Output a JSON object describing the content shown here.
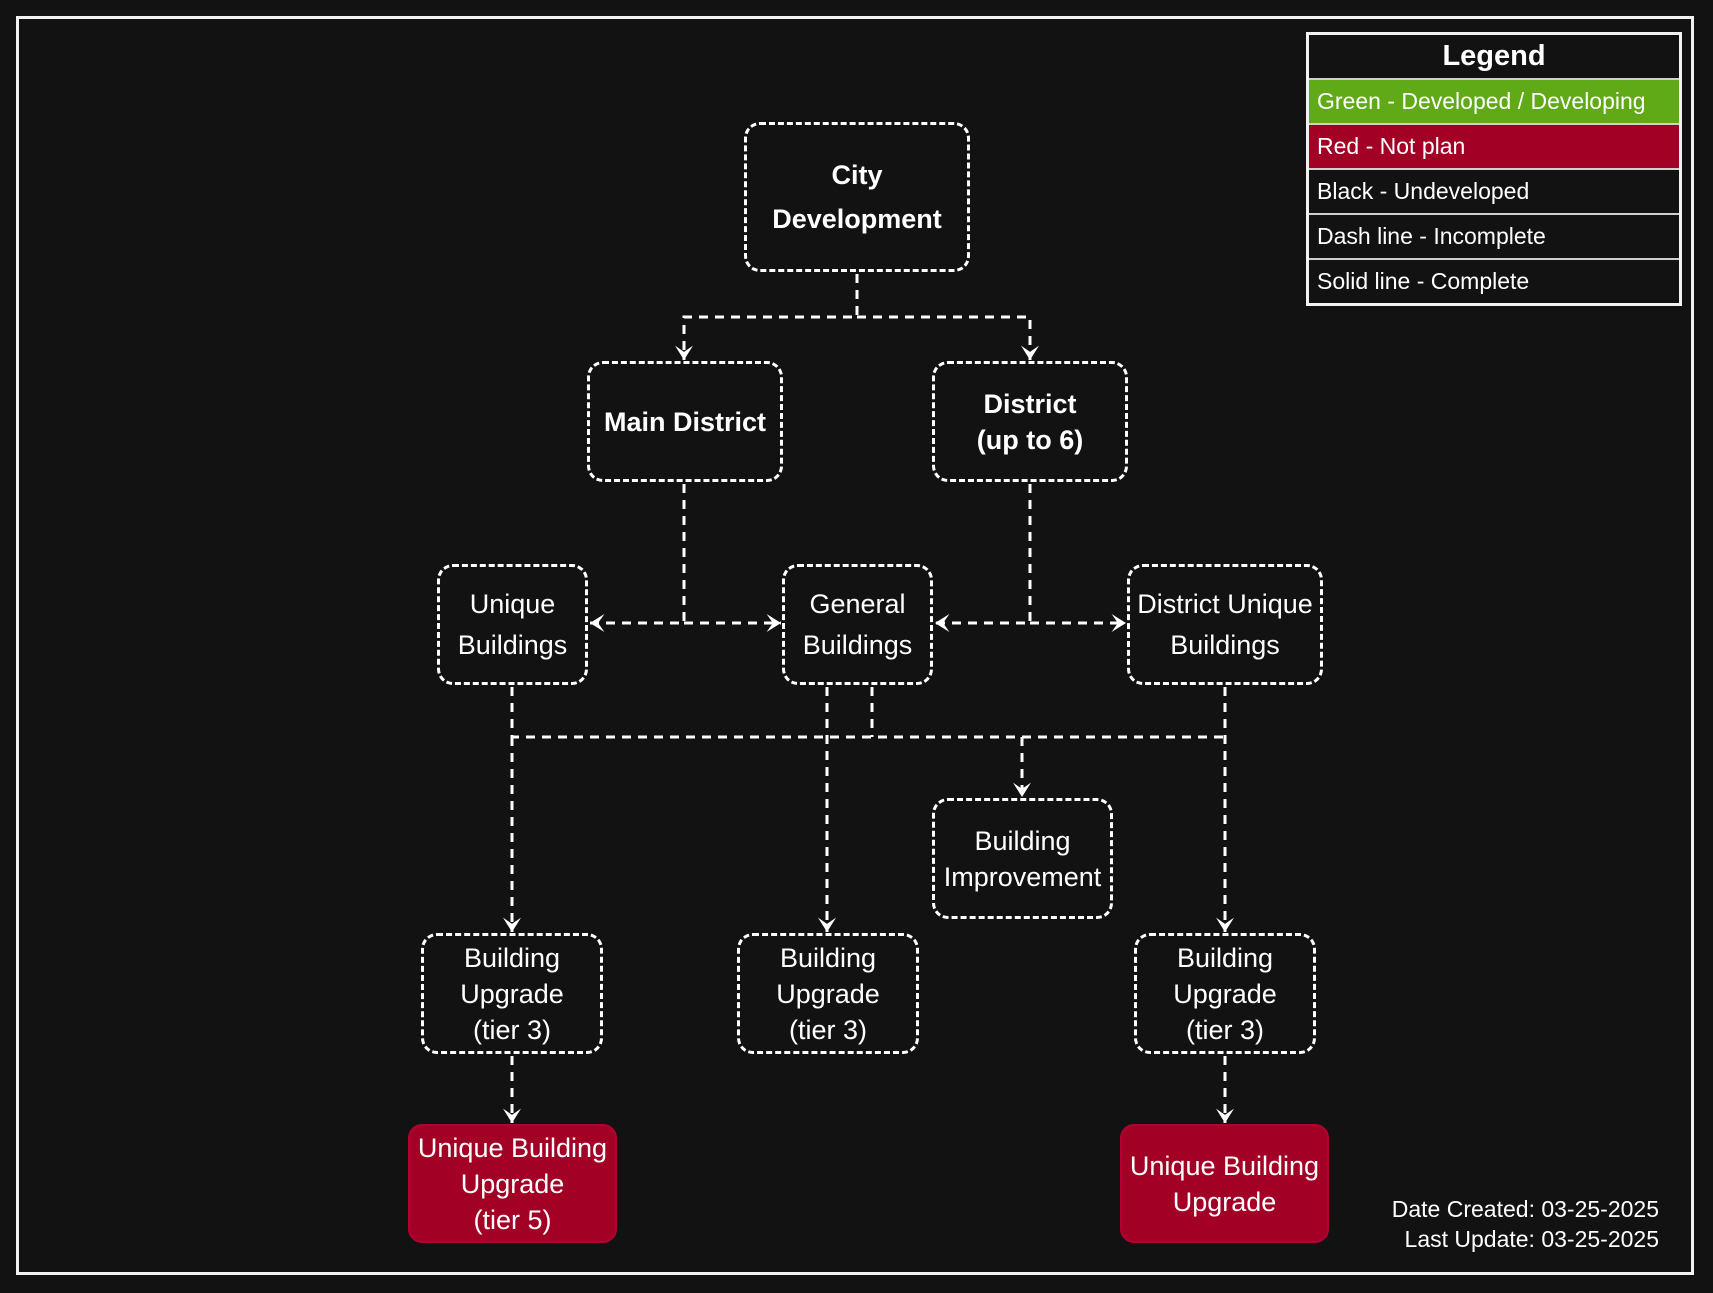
{
  "colors": {
    "background": "#121212",
    "line": "#ffffff",
    "green": "#60a917",
    "red": "#a20025"
  },
  "nodes": {
    "city_development": {
      "lines": [
        "City",
        "Development"
      ],
      "status": "undeveloped",
      "line_style": "dash"
    },
    "main_district": {
      "lines": [
        "Main District"
      ],
      "status": "undeveloped",
      "line_style": "dash"
    },
    "district": {
      "lines": [
        "District",
        "(up to 6)"
      ],
      "status": "undeveloped",
      "line_style": "dash"
    },
    "unique_buildings": {
      "lines": [
        "Unique",
        "Buildings"
      ],
      "status": "undeveloped",
      "line_style": "dash"
    },
    "general_buildings": {
      "lines": [
        "General",
        "Buildings"
      ],
      "status": "undeveloped",
      "line_style": "dash"
    },
    "district_unique_buildings": {
      "lines": [
        "District Unique",
        "Buildings"
      ],
      "status": "undeveloped",
      "line_style": "dash"
    },
    "building_improvement": {
      "lines": [
        "Building",
        "Improvement"
      ],
      "status": "undeveloped",
      "line_style": "dash"
    },
    "upgrade_left": {
      "lines": [
        "Building",
        "Upgrade",
        "(tier 3)"
      ],
      "status": "undeveloped",
      "line_style": "dash"
    },
    "upgrade_middle": {
      "lines": [
        "Building",
        "Upgrade",
        "(tier 3)"
      ],
      "status": "undeveloped",
      "line_style": "dash"
    },
    "upgrade_right": {
      "lines": [
        "Building",
        "Upgrade",
        "(tier 3)"
      ],
      "status": "undeveloped",
      "line_style": "dash"
    },
    "unique_upgrade_left": {
      "lines": [
        "Unique Building",
        "Upgrade",
        "(tier 5)"
      ],
      "status": "not-plan",
      "line_style": "solid"
    },
    "unique_upgrade_right": {
      "lines": [
        "Unique Building",
        "Upgrade"
      ],
      "status": "not-plan",
      "line_style": "solid"
    }
  },
  "edges": [
    {
      "from": "city_development",
      "to": "main_district"
    },
    {
      "from": "city_development",
      "to": "district"
    },
    {
      "from": "main_district",
      "to": "unique_buildings"
    },
    {
      "from": "main_district",
      "to": "general_buildings"
    },
    {
      "from": "district",
      "to": "general_buildings"
    },
    {
      "from": "district",
      "to": "district_unique_buildings"
    },
    {
      "from": "unique_buildings",
      "to": "building_improvement"
    },
    {
      "from": "general_buildings",
      "to": "building_improvement"
    },
    {
      "from": "district_unique_buildings",
      "to": "building_improvement"
    },
    {
      "from": "unique_buildings",
      "to": "upgrade_left"
    },
    {
      "from": "general_buildings",
      "to": "upgrade_middle"
    },
    {
      "from": "district_unique_buildings",
      "to": "upgrade_right"
    },
    {
      "from": "upgrade_left",
      "to": "unique_upgrade_left"
    },
    {
      "from": "upgrade_right",
      "to": "unique_upgrade_right"
    }
  ],
  "legend": {
    "title": "Legend",
    "items": [
      {
        "label": "Green - Developed / Developing",
        "bg": "#60a917"
      },
      {
        "label": "Red - Not plan",
        "bg": "#a20025"
      },
      {
        "label": "Black - Undeveloped",
        "bg": "#121212"
      },
      {
        "label": "Dash line - Incomplete",
        "bg": "#121212"
      },
      {
        "label": "Solid line - Complete",
        "bg": "#121212"
      }
    ]
  },
  "footer": {
    "date_created": "Date Created: 03-25-2025",
    "last_update": "Last Update: 03-25-2025"
  }
}
